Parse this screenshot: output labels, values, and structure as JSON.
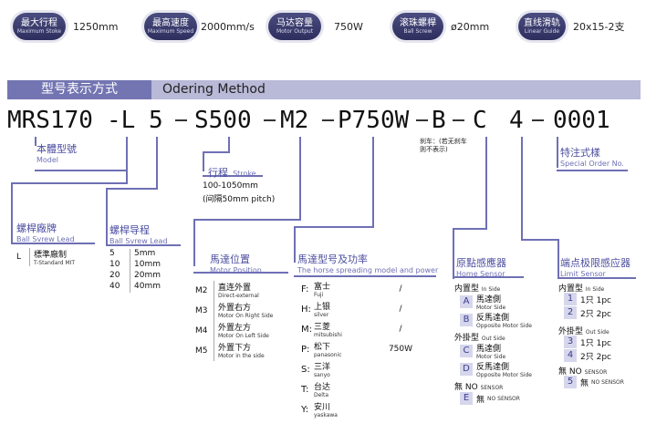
{
  "badges": [
    {
      "cn": "最大行程",
      "en": "Maximum Stoke",
      "value": "1250mm"
    },
    {
      "cn": "最高速度",
      "en": "Maximum Speed",
      "value": "2000mm/s"
    },
    {
      "cn": "马达容量",
      "en": "Motor Output",
      "value": "750W"
    },
    {
      "cn": "滚珠螺桿",
      "en": "Ball Screw",
      "value": "ø20mm"
    },
    {
      "cn": "直线滑轨",
      "en": "Linear Guide",
      "value": "20x15-2支"
    }
  ],
  "title": {
    "cn": "型号表示方式",
    "en": "Odering Method"
  },
  "code": {
    "p1": "MRS170",
    "p2": "-L",
    "p3": "5",
    "p4": "S500",
    "p5": "M2",
    "p6": "P750W",
    "p7": "B",
    "p8": "C",
    "p9": "4",
    "p10": "0001"
  },
  "model": {
    "cn": "本體型號",
    "en": "Model"
  },
  "stroke": {
    "cn": "行程",
    "en": "Stroke",
    "range": "100-1050mm",
    "pitch": "(间隔50mm pitch)"
  },
  "brake_note": "刹车：(若无刹车则不表示)",
  "special": {
    "cn": "特注式樣",
    "en": "Special Order No."
  },
  "lead": {
    "cn": "螺桿廠牌",
    "en": "Ball Svrew Lead",
    "code": "L",
    "name": "標準廠制",
    "sub": "T-Standard MIT"
  },
  "pitch": {
    "cn": "螺桿导程",
    "en": "Ball Svrew Lead",
    "rows": [
      {
        "k": "5",
        "v": "5mm"
      },
      {
        "k": "10",
        "v": "10mm"
      },
      {
        "k": "20",
        "v": "20mm"
      },
      {
        "k": "40",
        "v": "40mm"
      }
    ]
  },
  "motor_pos": {
    "cn": "馬達位置",
    "en": "Motor Position",
    "rows": [
      {
        "k": "M2",
        "cn": "直连外置",
        "en": "Direct-external"
      },
      {
        "k": "M3",
        "cn": "外置右方",
        "en": "Motor On Right Side"
      },
      {
        "k": "M4",
        "cn": "外置左方",
        "en": "Motor On Left Side"
      },
      {
        "k": "M5",
        "cn": "外置下方",
        "en": "Motor in the side"
      }
    ]
  },
  "motor": {
    "cn": "馬達型号及功率",
    "en": "The horse spreading model and power",
    "rows": [
      {
        "k": "F:",
        "cn": "富士",
        "en": "Fuji",
        "v": "/"
      },
      {
        "k": "H:",
        "cn": "上银",
        "en": "silver",
        "v": "/"
      },
      {
        "k": "M:",
        "cn": "三菱",
        "en": "mitsubishi",
        "v": "/"
      },
      {
        "k": "P:",
        "cn": "松下",
        "en": "panasonic",
        "v": "750W"
      },
      {
        "k": "S:",
        "cn": "三洋",
        "en": "sanyo",
        "v": ""
      },
      {
        "k": "T:",
        "cn": "台达",
        "en": "Delta",
        "v": ""
      },
      {
        "k": "Y:",
        "cn": "安川",
        "en": "yaskawa",
        "v": ""
      }
    ]
  },
  "home": {
    "cn": "原點感應器",
    "en": "Home Sensor",
    "in_label": "内置型",
    "in_en": "In Side",
    "in_rows": [
      {
        "k": "A",
        "cn": "馬達側",
        "en": "Motor Side"
      },
      {
        "k": "B",
        "cn": "反馬達側",
        "en": "Opposite Motor Side"
      }
    ],
    "out_label": "外掛型",
    "out_en": "Out Side",
    "out_rows": [
      {
        "k": "C",
        "cn": "馬達側",
        "en": "Motor Side"
      },
      {
        "k": "D",
        "cn": "反馬達側",
        "en": "Opposite Motor Side"
      }
    ],
    "no_label": "無 NO",
    "no_en": "SENSOR",
    "no_row": {
      "k": "E",
      "cn": "無",
      "en": "NO SENSOR"
    }
  },
  "limit": {
    "cn": "端点极限感应器",
    "en": "Limit Sensor",
    "in_label": "内置型",
    "in_en": "In Side",
    "in_rows": [
      {
        "k": "1",
        "v": "1只 1pc"
      },
      {
        "k": "2",
        "v": "2只 2pc"
      }
    ],
    "out_label": "外掛型",
    "out_en": "Out Side",
    "out_rows": [
      {
        "k": "3",
        "v": "1只 1pc"
      },
      {
        "k": "4",
        "v": "2只 2pc"
      }
    ],
    "no_label": "無 NO",
    "no_en": "SENSOR",
    "no_row": {
      "k": "5",
      "cn": "無",
      "en": "NO SENSOR"
    }
  }
}
